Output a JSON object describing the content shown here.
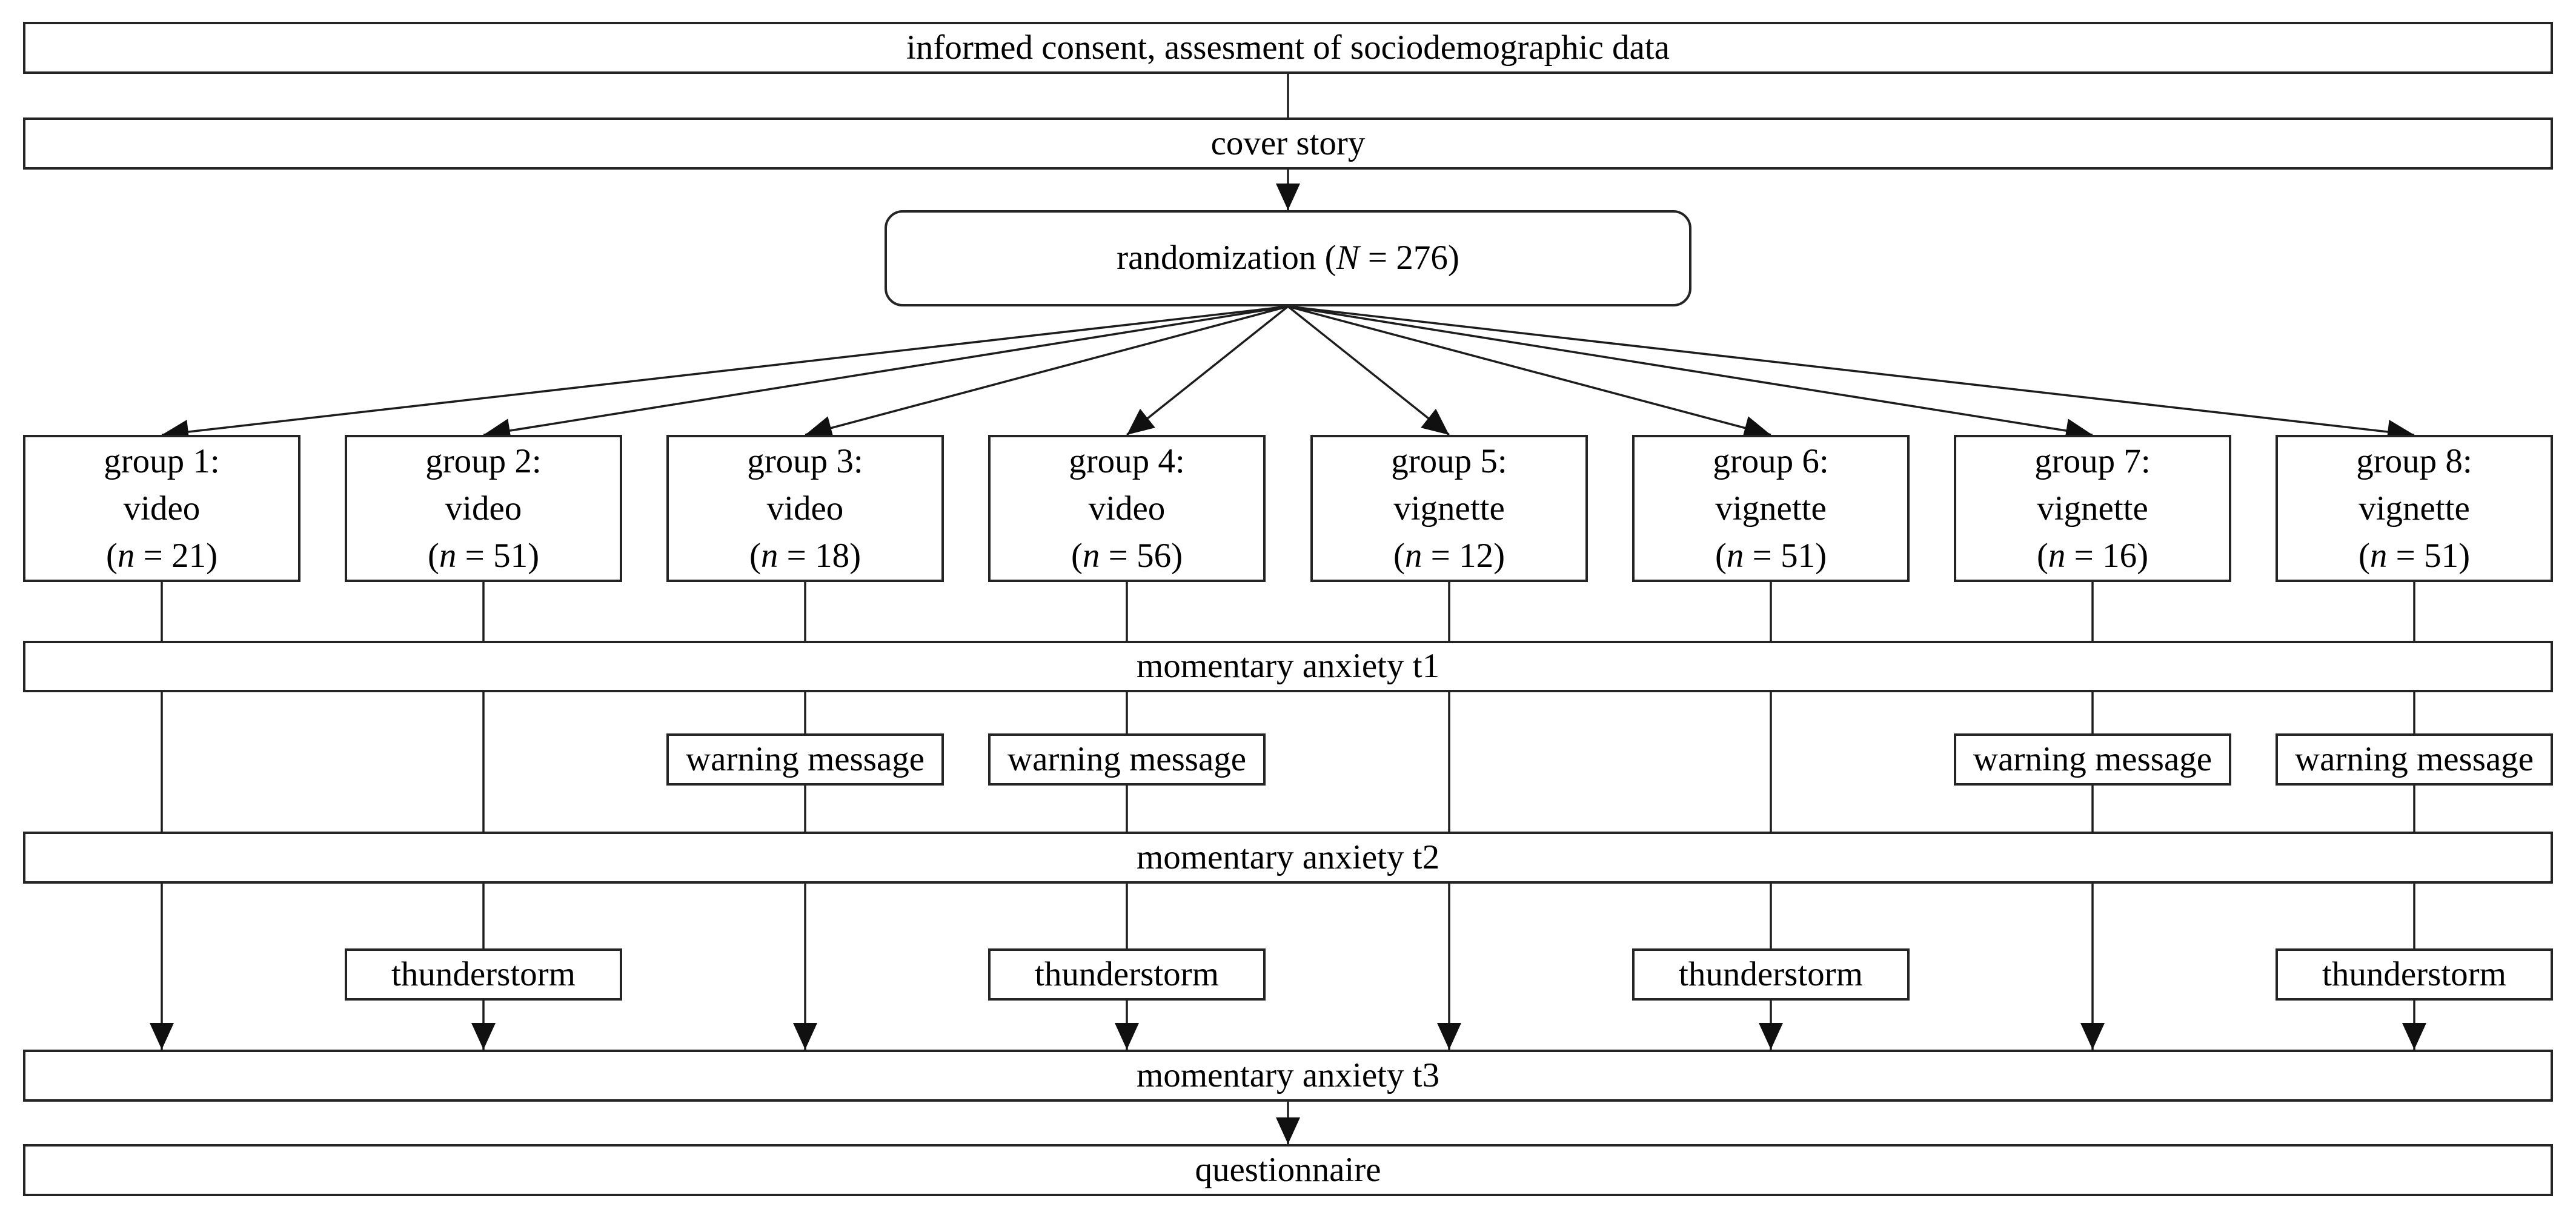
{
  "informed_consent": "informed consent, assesment of sociodemographic data",
  "cover_story": "cover story",
  "randomization": {
    "prefix": "randomization (",
    "n_symbol": "N",
    "suffix": " = 276)"
  },
  "groups": [
    {
      "title": "group 1:",
      "medium": "video",
      "n_prefix": "(",
      "n_symbol": "n",
      "n_suffix": " = 21)"
    },
    {
      "title": "group 2:",
      "medium": "video",
      "n_prefix": "(",
      "n_symbol": "n",
      "n_suffix": " = 51)"
    },
    {
      "title": "group 3:",
      "medium": "video",
      "n_prefix": "(",
      "n_symbol": "n",
      "n_suffix": " = 18)"
    },
    {
      "title": "group 4:",
      "medium": "video",
      "n_prefix": "(",
      "n_symbol": "n",
      "n_suffix": " = 56)"
    },
    {
      "title": "group 5:",
      "medium": "vignette",
      "n_prefix": "(",
      "n_symbol": "n",
      "n_suffix": " = 12)"
    },
    {
      "title": "group 6:",
      "medium": "vignette",
      "n_prefix": "(",
      "n_symbol": "n",
      "n_suffix": " = 51)"
    },
    {
      "title": "group 7:",
      "medium": "vignette",
      "n_prefix": "(",
      "n_symbol": "n",
      "n_suffix": " = 16)"
    },
    {
      "title": "group 8:",
      "medium": "vignette",
      "n_prefix": "(",
      "n_symbol": "n",
      "n_suffix": " = 51)"
    }
  ],
  "anxiety_t1": "momentary anxiety t1",
  "anxiety_t2": "momentary anxiety t2",
  "anxiety_t3": "momentary anxiety t3",
  "warning_label": "warning message",
  "thunderstorm_label": "thunderstorm",
  "questionnaire": "questionnaire",
  "colors": {
    "background": "#ffffff",
    "border": "#242424",
    "line": "#1d1d1d",
    "text": "#000000"
  }
}
